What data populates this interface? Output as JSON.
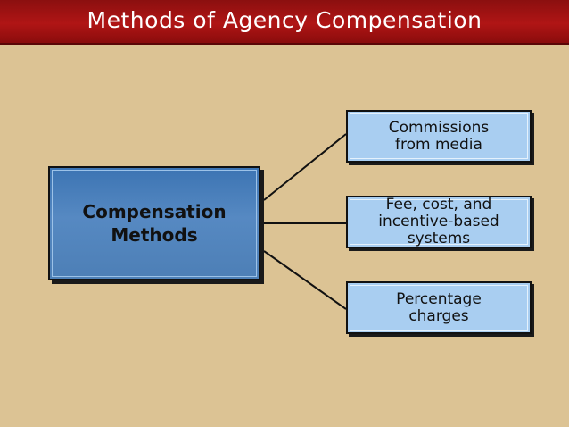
{
  "title": "Methods of Agency Compensation",
  "diagram": {
    "root": {
      "label": "Compensation\nMethods"
    },
    "children": [
      {
        "label": "Commissions\nfrom media"
      },
      {
        "label": "Fee, cost, and\nincentive-based\nsystems"
      },
      {
        "label": "Percentage\ncharges"
      }
    ]
  },
  "colors": {
    "background": "#dcc394",
    "title_bar": "#a01212",
    "root_fill": "#4d7fb6",
    "child_fill": "#a9cef1"
  }
}
